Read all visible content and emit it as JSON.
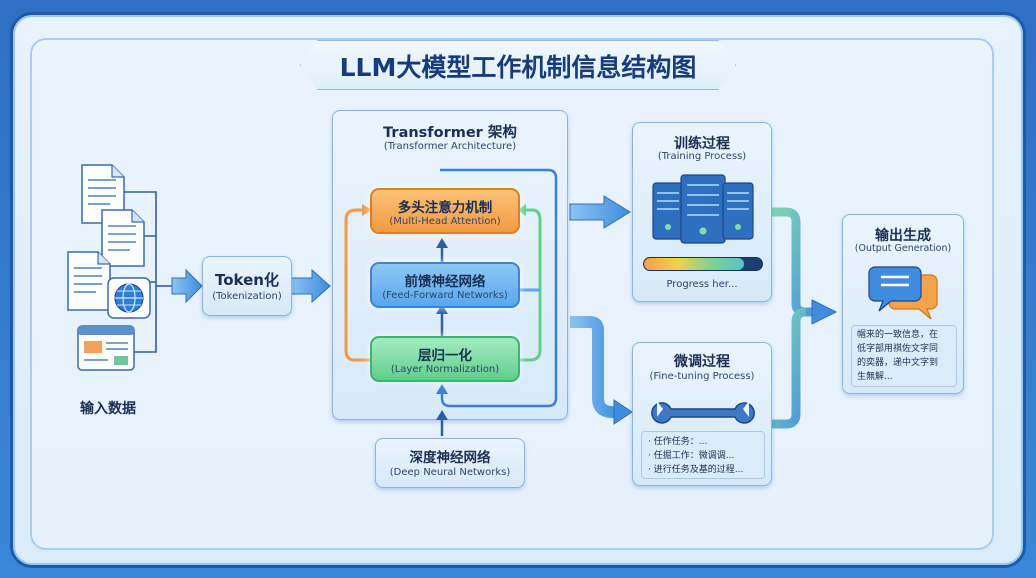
{
  "title": "LLM大模型工作机制信息结构图",
  "input": {
    "label": "输入数据"
  },
  "token": {
    "title": "Token化",
    "subtitle": "(Tokenization)"
  },
  "transformer": {
    "title": "Transformer 架构",
    "subtitle": "(Transformer Architecture)",
    "layers": [
      {
        "title": "多头注意力机制",
        "subtitle": "(Multi-Head Attention)"
      },
      {
        "title": "前馈神经网络",
        "subtitle": "(Feed-Forward Networks)"
      },
      {
        "title": "层归一化",
        "subtitle": "(Layer Normalization)"
      }
    ]
  },
  "dnn": {
    "title": "深度神经网络",
    "subtitle": "(Deep Neural Networks)"
  },
  "training": {
    "title": "训练过程",
    "subtitle": "(Training Process)",
    "progress_label": "Progress her...",
    "progress": 0.85
  },
  "finetune": {
    "title": "微调过程",
    "subtitle": "(Fine-tuning Process)",
    "items": [
      "· 任作任务：...",
      "· 任掘工作：微调调...",
      "· 进行任务及基的过程..."
    ]
  },
  "output": {
    "title": "输出生成",
    "subtitle": "(Output Generation)",
    "text_lines": [
      "帽来的一致信息，在",
      "低字部用祺佐文字同",
      "的奕器，递中文字到",
      "生無解..."
    ]
  },
  "colors": {
    "attention": "#f6a24a",
    "ffn": "#5aa7ec",
    "norm": "#5fcf8a",
    "arrow": "#4a95dd"
  },
  "icons": [
    "document-icon",
    "globe-icon",
    "browser-window-icon",
    "server-icon",
    "wrench-icon",
    "chat-bubbles-icon"
  ]
}
